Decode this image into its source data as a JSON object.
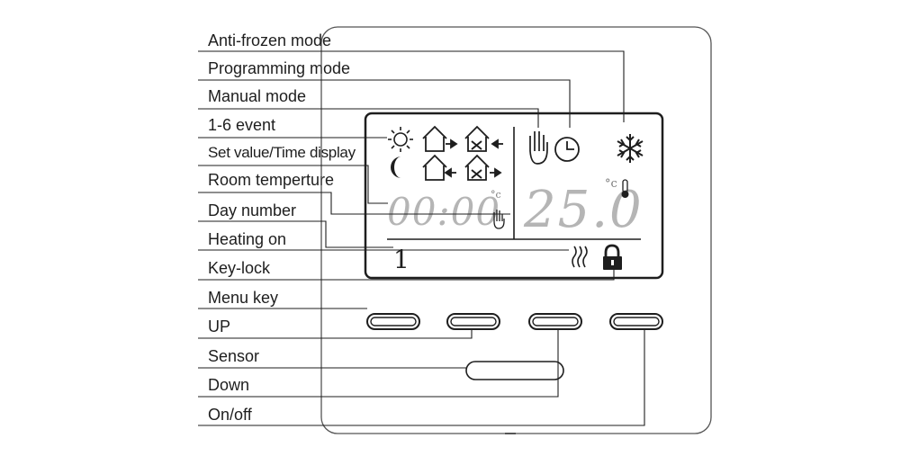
{
  "labels": [
    "Anti-frozen mode",
    "Programming mode",
    "Manual mode",
    "1-6 event",
    "Set value/Time display",
    "Room temperture",
    "Day number",
    "Heating on",
    "Key-lock",
    "Menu key",
    "UP",
    "Sensor",
    "Down",
    "On/off"
  ],
  "display": {
    "time_value": "00:00",
    "time_unit": "°c",
    "temperature_value": "25.0",
    "temperature_unit": "°c",
    "day_number": "1"
  },
  "icons": {
    "events": [
      "sun-icon",
      "house-arrow-right-icon",
      "house-cutlery-arrow-left-icon",
      "moon-icon",
      "house-arrow-left-icon",
      "house-cutlery-arrow-right-icon"
    ],
    "modes": [
      "hand-icon",
      "clock-icon",
      "snowflake-icon"
    ],
    "status": [
      "thermometer-icon",
      "small-hand-icon",
      "heating-waves-icon",
      "padlock-icon"
    ]
  },
  "keys": [
    "menu-key",
    "up-key",
    "down-key",
    "on-off-key"
  ],
  "colors": {
    "line": "#1e1e1e",
    "outline": "#555555",
    "segment_ghost": "#b5b5b5"
  }
}
